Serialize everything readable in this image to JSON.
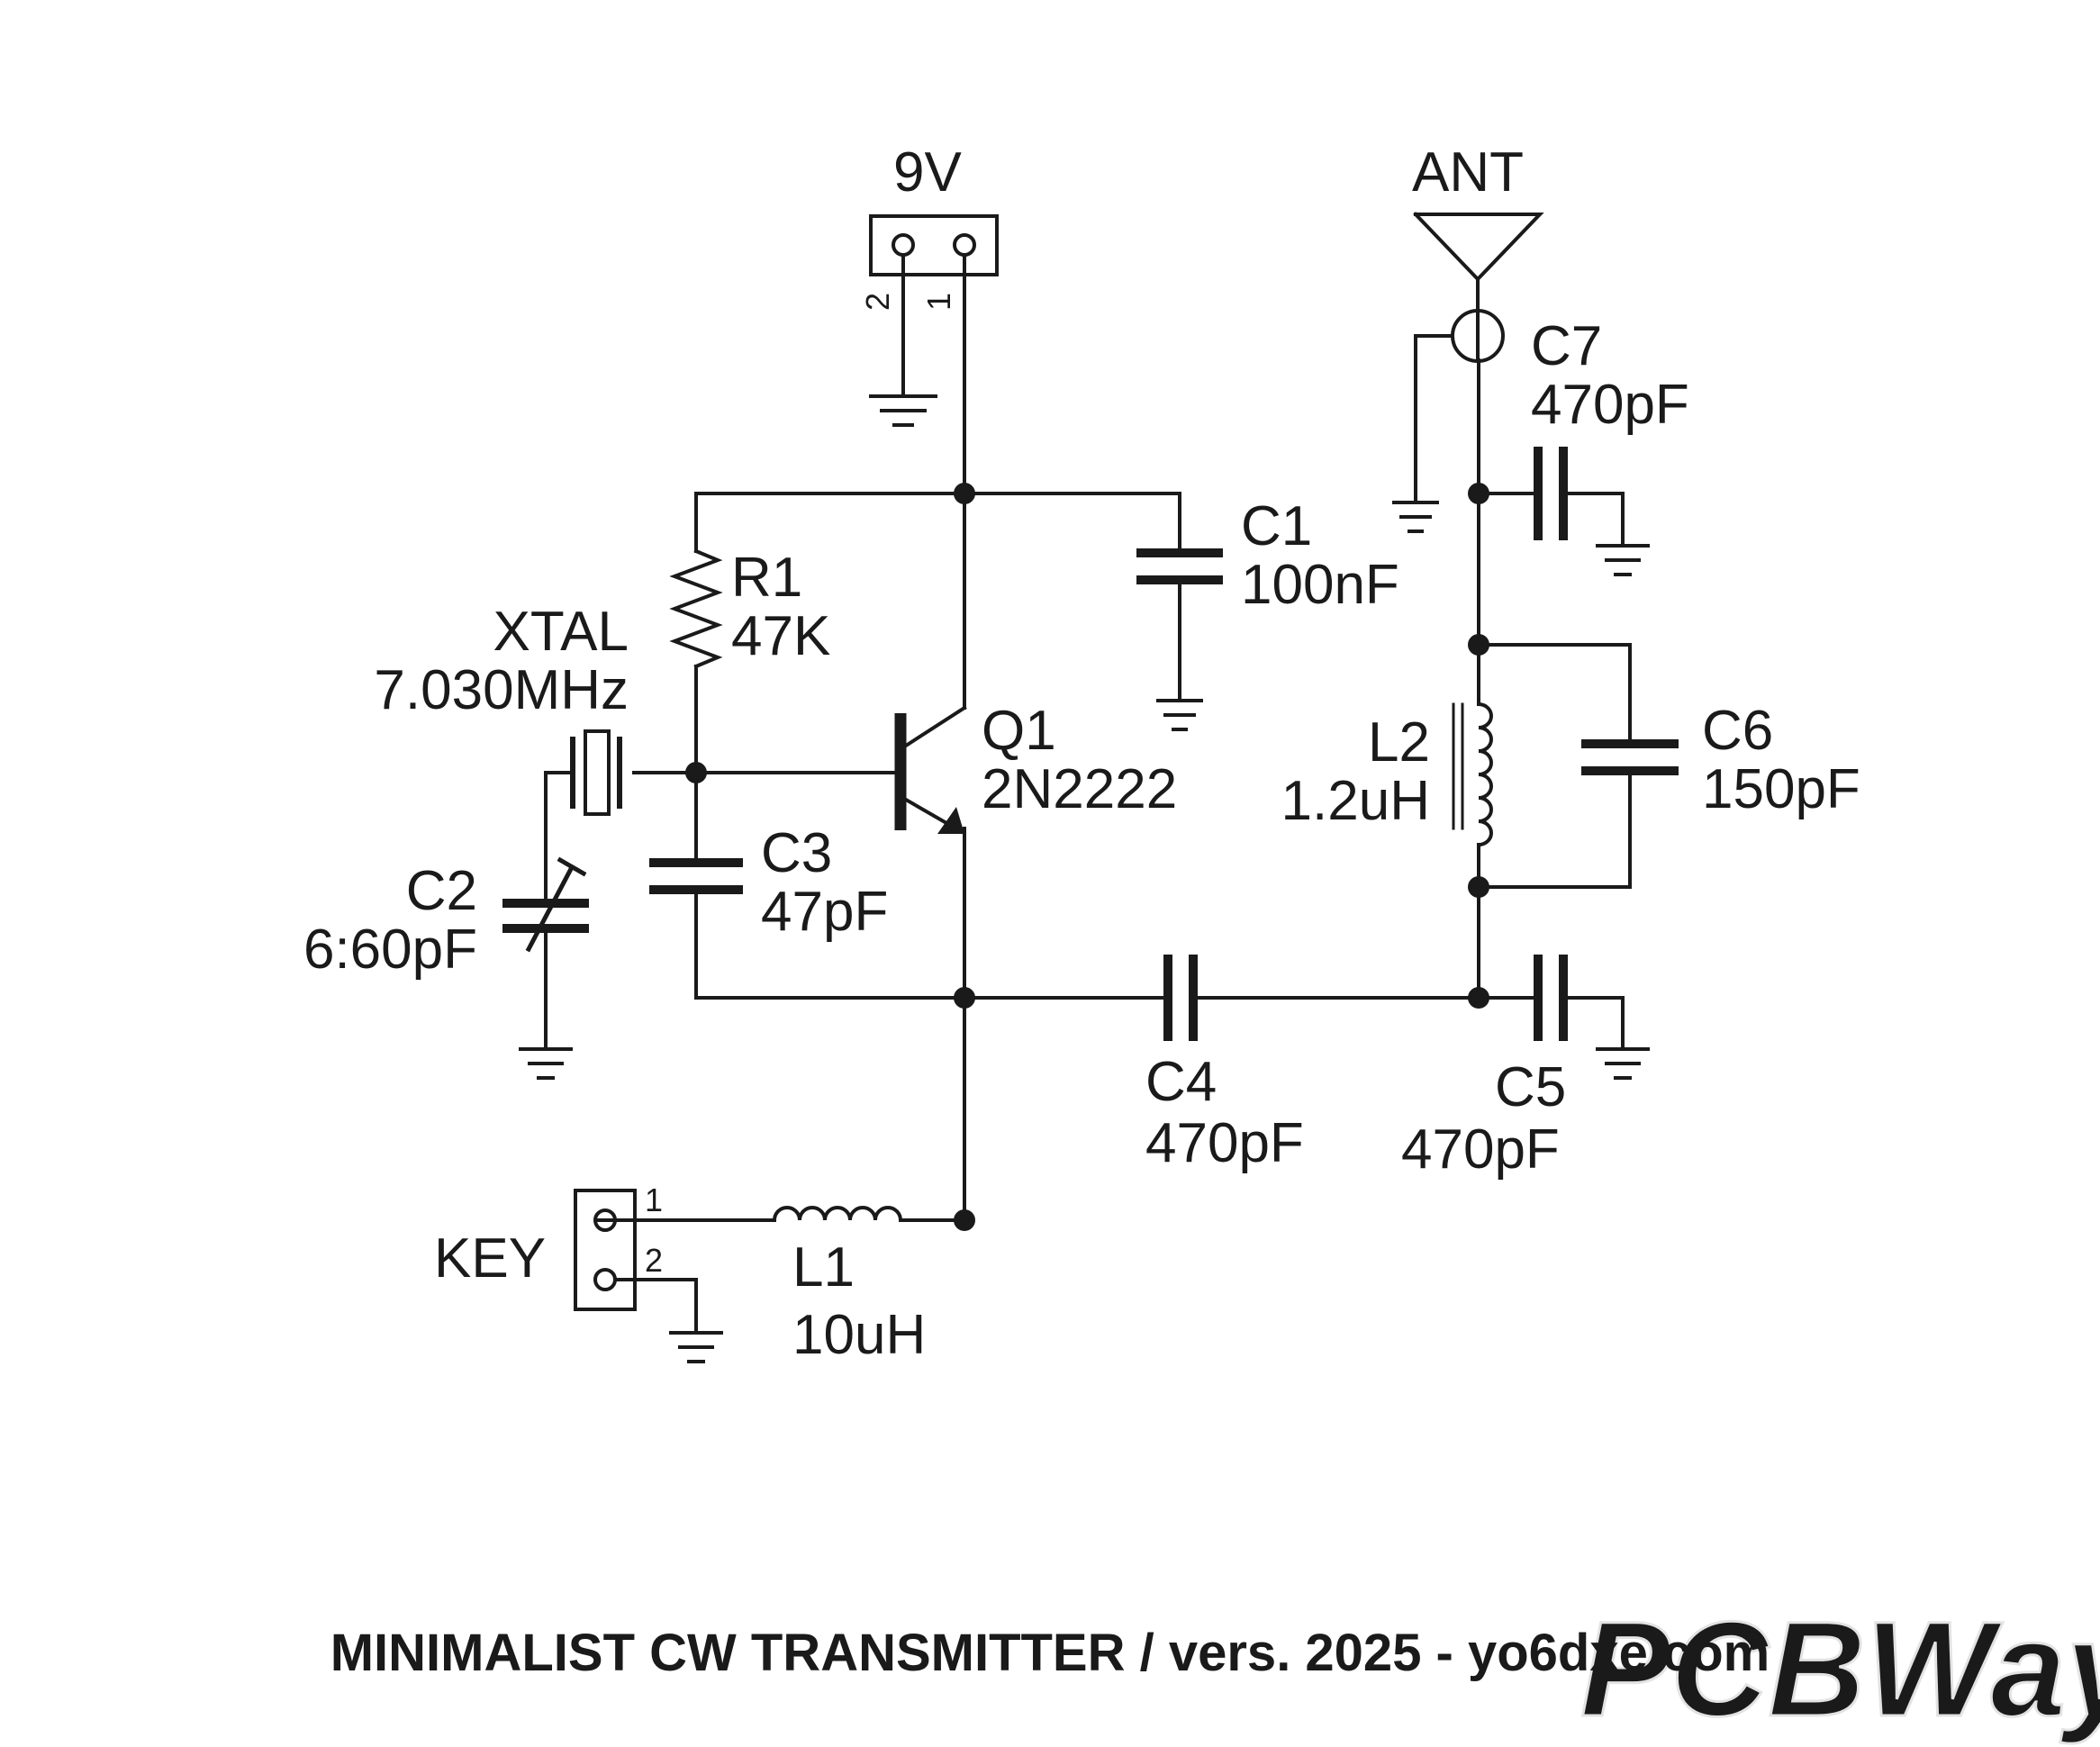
{
  "title": "MINIMALIST CW TRANSMITTER / vers. 2025 - yo6dxe.com",
  "watermark": "PCBWay",
  "colors": {
    "ink": "#1a1a1a",
    "background": "#ffffff",
    "watermark": "#e3e3e3"
  },
  "power": {
    "label": "9V",
    "pin1": "1",
    "pin2": "2"
  },
  "antenna": {
    "label": "ANT"
  },
  "key": {
    "label": "KEY",
    "pin1": "1",
    "pin2": "2"
  },
  "components": {
    "R1": {
      "ref": "R1",
      "value": "47K"
    },
    "XTAL": {
      "ref": "XTAL",
      "value": "7.030MHz"
    },
    "Q1": {
      "ref": "Q1",
      "value": "2N2222"
    },
    "C1": {
      "ref": "C1",
      "value": "100nF"
    },
    "C2": {
      "ref": "C2",
      "value": "6:60pF"
    },
    "C3": {
      "ref": "C3",
      "value": "47pF"
    },
    "C4": {
      "ref": "C4",
      "value": "470pF"
    },
    "C5": {
      "ref": "C5",
      "value": "470pF"
    },
    "C6": {
      "ref": "C6",
      "value": "150pF"
    },
    "C7": {
      "ref": "C7",
      "value": "470pF"
    },
    "L1": {
      "ref": "L1",
      "value": "10uH"
    },
    "L2": {
      "ref": "L2",
      "value": "1.2uH"
    }
  }
}
